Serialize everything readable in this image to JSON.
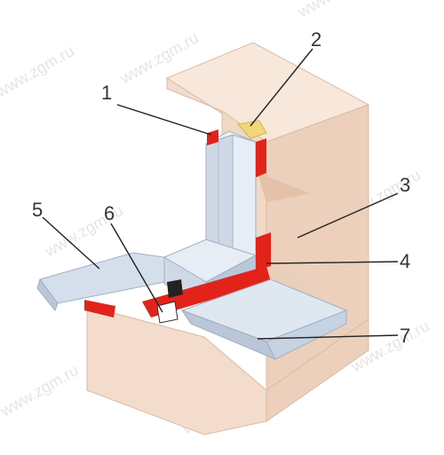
{
  "watermark": {
    "text": "www.zgm.ru"
  },
  "callouts": [
    {
      "id": "1",
      "label": "1"
    },
    {
      "id": "2",
      "label": "2"
    },
    {
      "id": "3",
      "label": "3"
    },
    {
      "id": "4",
      "label": "4"
    },
    {
      "id": "5",
      "label": "5"
    },
    {
      "id": "6",
      "label": "6"
    },
    {
      "id": "7",
      "label": "7"
    }
  ],
  "colors": {
    "wall": "#f3dccb",
    "wall_side": "#e8c9b3",
    "wall_top": "#f8e8dc",
    "frame": "#cfd9e6",
    "frame_light": "#e6edf5",
    "frame_dark": "#aebccd",
    "seal": "#e2231a",
    "seal_dark": "#a8120c",
    "tape": "#f1d67a"
  }
}
